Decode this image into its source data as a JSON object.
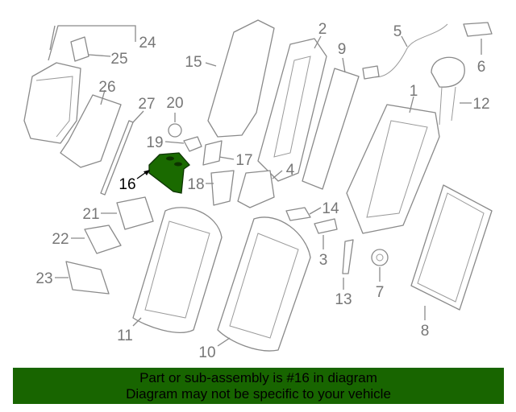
{
  "callouts": {
    "c1": "1",
    "c2": "2",
    "c3": "3",
    "c4": "4",
    "c5": "5",
    "c6": "6",
    "c7": "7",
    "c8": "8",
    "c9": "9",
    "c10": "10",
    "c11": "11",
    "c12": "12",
    "c13": "13",
    "c14": "14",
    "c15": "15",
    "c16": "16",
    "c17": "17",
    "c18": "18",
    "c19": "19",
    "c20": "20",
    "c21": "21",
    "c22": "22",
    "c23": "23",
    "c24": "24",
    "c25": "25",
    "c26": "26",
    "c27": "27"
  },
  "highlight": {
    "part_number": "16",
    "color": "#1a6a00"
  },
  "banner": {
    "line1": "Part or sub-assembly is #16 in diagram",
    "line2": "Diagram may not be specific to your vehicle",
    "color": "#186500"
  }
}
